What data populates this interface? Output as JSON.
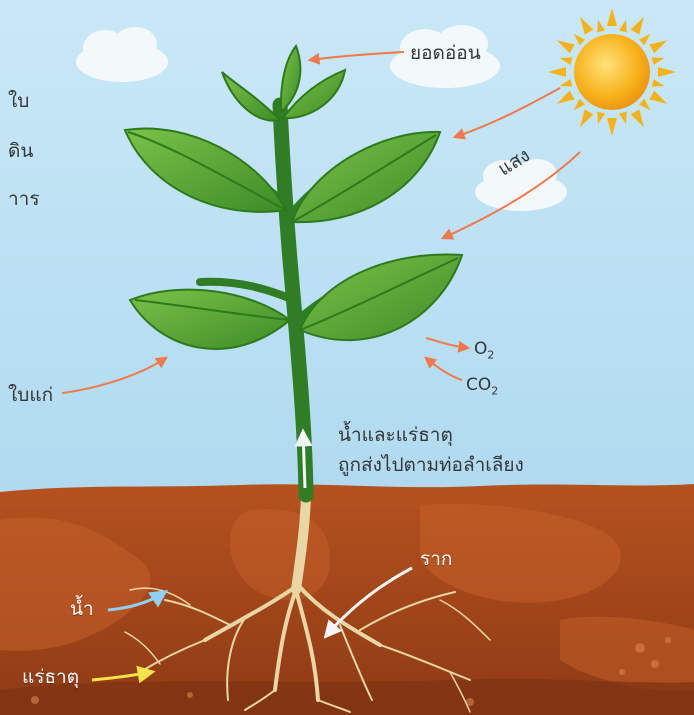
{
  "colors": {
    "sky_top": "#c9e8f7",
    "sky_bottom": "#b3dcf1",
    "soil": "#a64a1c",
    "soil_dark": "#8a3814",
    "soil_light": "#c9622c",
    "leaf": "#58a832",
    "leaf_dark": "#2d7a1c",
    "stem": "#2f7d24",
    "root": "#e8d6a4",
    "sun": "#f7b21a",
    "arrow_orange": "#f0784a",
    "arrow_blue": "#7fc6ee",
    "arrow_yellow": "#f4e24a",
    "text_dark": "#34373a",
    "text_light": "#ffffff"
  },
  "edge_text": [
    "ใบ",
    "ดิน",
    "าาร"
  ],
  "labels": {
    "shoot": "ยอดอ่อน",
    "light": "แสง",
    "o2_base": "O",
    "o2_sub": "2",
    "co2_base": "CO",
    "co2_sub": "2",
    "old_leaf": "ใบแก่",
    "transport_line1": "น้ำและแร่ธาตุ",
    "transport_line2": "ถูกส่งไปตามท่อลำเลียง",
    "root": "ราก",
    "water": "น้ำ",
    "minerals": "แร่ธาตุ"
  }
}
